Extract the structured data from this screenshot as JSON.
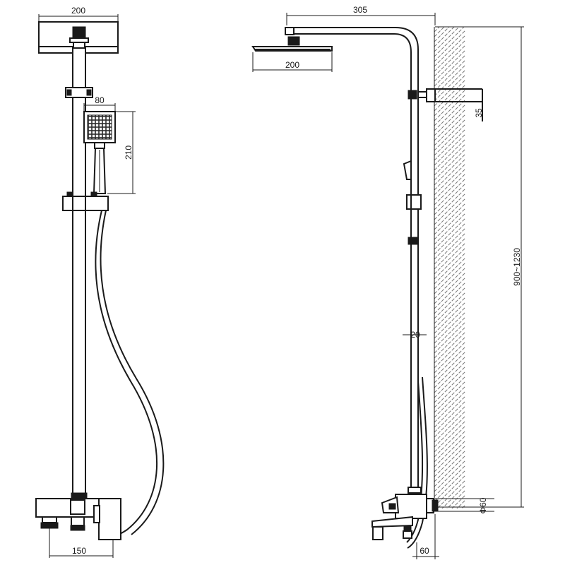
{
  "diagram": {
    "front_view": {
      "head_width": "200",
      "handset_width": "80",
      "handset_height": "210",
      "spout_reach": "150"
    },
    "side_view": {
      "arm_reach": "305",
      "head_width": "200",
      "bracket_offset": "35",
      "height_range": "900~1230",
      "pipe_diameter": "20",
      "inlet_diameter": "Φ60",
      "wall_offset": "60"
    },
    "colors": {
      "line": "#1a1a1a",
      "hatch": "#777777",
      "background": "#ffffff"
    }
  }
}
